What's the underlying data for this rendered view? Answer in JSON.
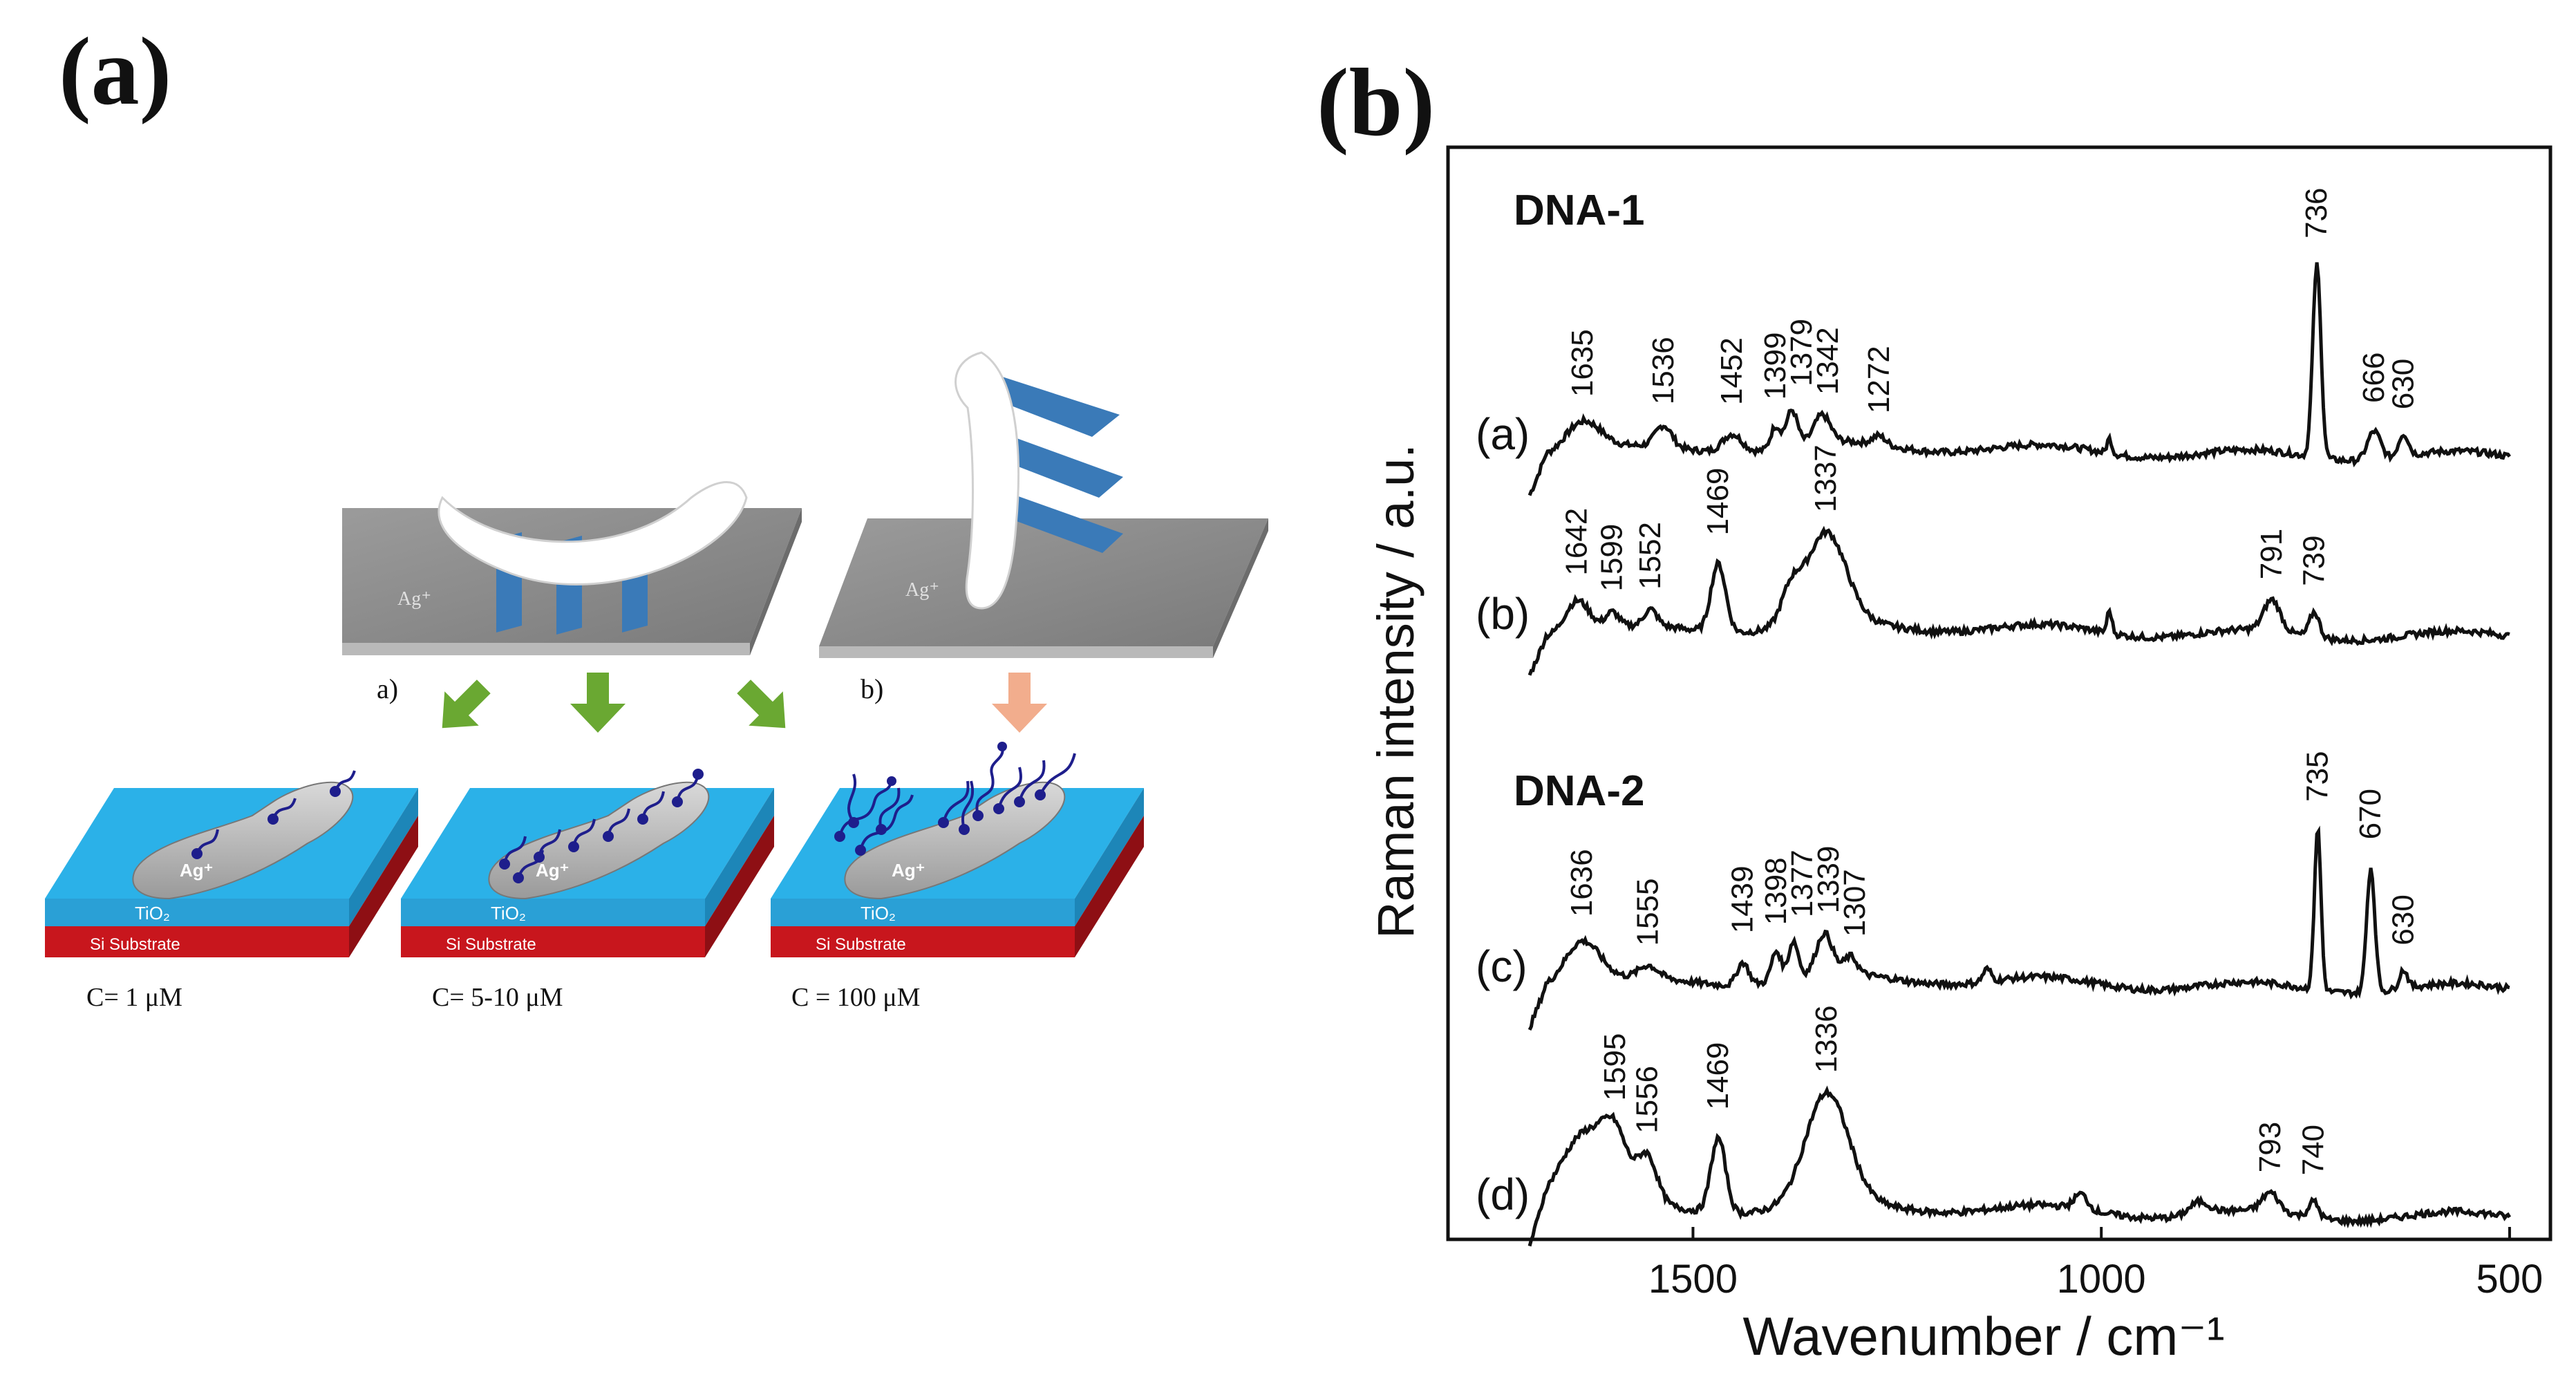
{
  "panel_a": {
    "label": "(a)",
    "ag_label": "Ag⁺",
    "mode_a_label": "a)",
    "mode_b_label": "b)",
    "tio2_label": "TiO₂",
    "substrate_label": "Si Substrate",
    "concentrations": [
      "C= 1 μM",
      "C= 5-10 μM",
      "C = 100 μM"
    ]
  },
  "colors": {
    "tio2": "#2bb1e8",
    "silicon": "#c8161d",
    "ag_plate": "#8a8a8a",
    "strand": "#1e1e8c",
    "green_arrow": "#6aa832",
    "orange_arrow": "#f2ad8d",
    "blade": "#3a7ab8",
    "spectrum": "#111111"
  },
  "chart_data": {
    "type": "line",
    "panel_label": "(b)",
    "xlabel": "Wavenumber / cm⁻¹",
    "ylabel": "Raman intensity / a.u.",
    "xlim": [
      1800,
      450
    ],
    "x_reversed": true,
    "xticks": [
      1500,
      1000,
      500
    ],
    "grid": false,
    "group_labels": [
      "DNA-1",
      "DNA-2"
    ],
    "series": [
      {
        "name": "(a)",
        "baseline": 0.46,
        "peaks": [
          [
            1635,
            0.25,
            22
          ],
          [
            1536,
            0.17,
            10
          ],
          [
            1452,
            0.15,
            12
          ],
          [
            1399,
            0.18,
            6
          ],
          [
            1379,
            0.29,
            7
          ],
          [
            1342,
            0.22,
            10
          ],
          [
            1272,
            0.07,
            8
          ],
          [
            990,
            0.12,
            3
          ],
          [
            736,
            1.55,
            5
          ],
          [
            666,
            0.23,
            8
          ],
          [
            630,
            0.18,
            6
          ]
        ],
        "labels": [
          1635,
          1536,
          1452,
          1399,
          1379,
          1342,
          1272,
          736,
          666,
          630
        ]
      },
      {
        "name": "(b)",
        "baseline": 0.45,
        "peaks": [
          [
            1642,
            0.26,
            15
          ],
          [
            1599,
            0.12,
            8
          ],
          [
            1552,
            0.13,
            8
          ],
          [
            1469,
            0.55,
            9
          ],
          [
            1337,
            0.72,
            24
          ],
          [
            1380,
            0.25,
            12
          ],
          [
            990,
            0.18,
            3
          ],
          [
            791,
            0.25,
            10
          ],
          [
            739,
            0.2,
            6
          ]
        ],
        "labels": [
          1642,
          1599,
          1552,
          1469,
          1337,
          791,
          739
        ]
      },
      {
        "name": "(c)",
        "baseline": 0.4,
        "peaks": [
          [
            1636,
            0.35,
            22
          ],
          [
            1555,
            0.1,
            12
          ],
          [
            1439,
            0.18,
            7
          ],
          [
            1398,
            0.24,
            6
          ],
          [
            1377,
            0.3,
            6
          ],
          [
            1339,
            0.33,
            10
          ],
          [
            1307,
            0.14,
            8
          ],
          [
            1140,
            0.1,
            5
          ],
          [
            735,
            1.3,
            4
          ],
          [
            670,
            1.0,
            5
          ],
          [
            630,
            0.15,
            5
          ]
        ],
        "labels": [
          1636,
          1555,
          1439,
          1398,
          1377,
          1339,
          1307,
          735,
          670,
          630
        ]
      },
      {
        "name": "(d)",
        "baseline": 0.45,
        "peaks": [
          [
            1630,
            0.65,
            35
          ],
          [
            1595,
            0.3,
            14
          ],
          [
            1556,
            0.35,
            12
          ],
          [
            1469,
            0.6,
            9
          ],
          [
            1336,
            0.88,
            26
          ],
          [
            1025,
            0.12,
            8
          ],
          [
            880,
            0.1,
            12
          ],
          [
            793,
            0.15,
            10
          ],
          [
            740,
            0.13,
            6
          ]
        ],
        "labels": [
          1595,
          1556,
          1469,
          1336,
          793,
          740
        ]
      }
    ]
  }
}
